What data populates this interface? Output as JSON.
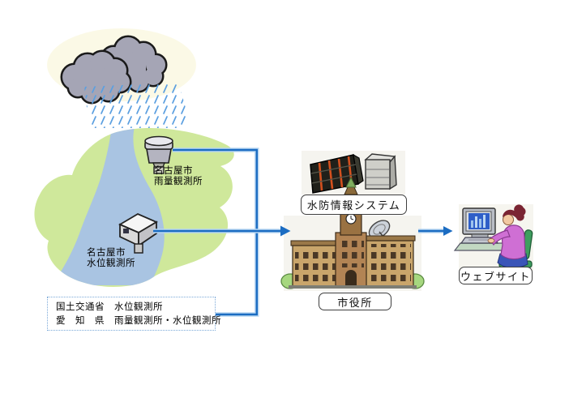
{
  "colors": {
    "arrow_blue": "#1b6cc2",
    "arrow_halo": "#b9d7f2",
    "land_green": "#cfe89b",
    "river_blue": "#a9c4e2",
    "cloud_gray": "#a5a5b5",
    "rain_blue": "#5b9fe0",
    "dotted_box_border": "#7aa8d8"
  },
  "stations": {
    "rain_station": {
      "line1": "名古屋市",
      "line2": "雨量観測所"
    },
    "water_station": {
      "line1": "名古屋市",
      "line2": "水位観測所"
    }
  },
  "external_box": {
    "line1": "国土交通省　水位観測所",
    "line2": "愛　知　県　雨量観測所・水位観測所"
  },
  "system": {
    "label": "水防情報システム"
  },
  "city_hall": {
    "label": "市役所"
  },
  "website": {
    "label": "ウェブサイト"
  },
  "icons": {
    "clouds": "rain-clouds-icon",
    "rain": "rainfall-icon",
    "land": "land-area-shape",
    "river": "river-shape",
    "rain_gauge": "rain-gauge-icon",
    "water_sensor": "water-level-sensor-icon",
    "servers": "server-rack-icon, server-tower-icon",
    "city_hall": "city-hall-building-icon",
    "website_user": "person-at-computer-icon",
    "flow": "flow-arrow"
  }
}
